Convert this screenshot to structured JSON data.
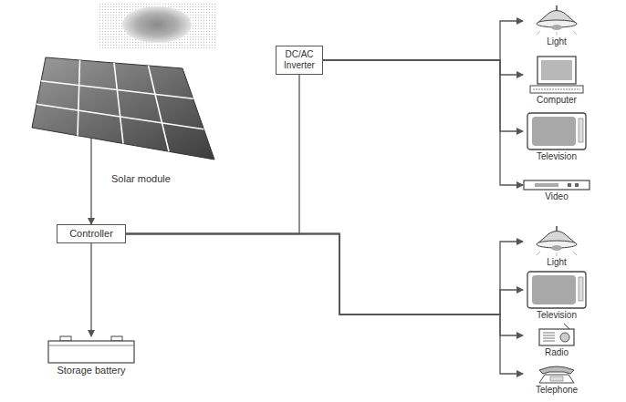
{
  "diagram": {
    "nodes": [
      {
        "text": [
          "Solar module"
        ]
      },
      {
        "text": [
          "Controller"
        ]
      },
      {
        "text": [
          "Storage battery"
        ]
      },
      {
        "text": [
          "DC/AC Inverter"
        ]
      },
      {
        "text": [
          "Light"
        ]
      },
      {
        "text": [
          "Computer"
        ]
      },
      {
        "text": [
          "Television"
        ]
      },
      {
        "text": [
          "Video"
        ]
      },
      {
        "text": [
          "Light"
        ]
      },
      {
        "text": [
          "Television"
        ]
      },
      {
        "text": [
          "Radio"
        ]
      },
      {
        "text": [
          "Telephone"
        ]
      }
    ],
    "edges": [
      {
        "from": 0,
        "to": 1,
        "arrow": "to"
      },
      {
        "from": 1,
        "to": 2,
        "arrow": "to"
      },
      {
        "from": 1,
        "to": 3,
        "arrow": "none"
      },
      {
        "from": 3,
        "to": 4,
        "arrow": "to"
      },
      {
        "from": 3,
        "to": 5,
        "arrow": "to"
      },
      {
        "from": 3,
        "to": 6,
        "arrow": "to"
      },
      {
        "from": 3,
        "to": 7,
        "arrow": "to"
      },
      {
        "from": 1,
        "to": 8,
        "arrow": "to"
      },
      {
        "from": 1,
        "to": 9,
        "arrow": "to"
      },
      {
        "from": 1,
        "to": 10,
        "arrow": "to"
      },
      {
        "from": 1,
        "to": 11,
        "arrow": "to"
      }
    ]
  }
}
